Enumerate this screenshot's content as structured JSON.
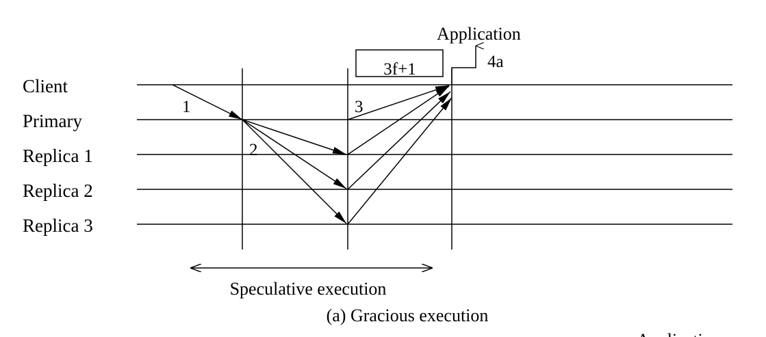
{
  "processes": [
    {
      "id": "client",
      "label": "Client"
    },
    {
      "id": "primary",
      "label": "Primary"
    },
    {
      "id": "replica1",
      "label": "Replica 1"
    },
    {
      "id": "replica2",
      "label": "Replica 2"
    },
    {
      "id": "replica3",
      "label": "Replica 3"
    }
  ],
  "steps": {
    "request": "1",
    "order": "2",
    "reply": "3",
    "deliver": "4a"
  },
  "quorum_box": "3f+1",
  "application_label": "Application",
  "speculative_label": "Speculative execution",
  "caption": "(a) Gracious execution",
  "cutoff_text": "Application",
  "colors": {
    "ink": "#000000",
    "background": "#ffffff"
  }
}
